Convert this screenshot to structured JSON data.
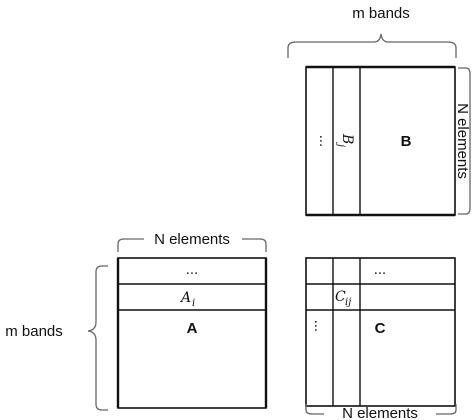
{
  "matrix_a": {
    "label": "A",
    "row_label": "A",
    "row_subscript": "i",
    "ellipsis": "..."
  },
  "matrix_b": {
    "label": "B",
    "col_label": "B",
    "col_subscript": "j",
    "ellipsis": "..."
  },
  "matrix_c": {
    "label": "C",
    "cell_label": "C",
    "cell_subscript": "ij",
    "ellipsis_top": "...",
    "ellipsis_left": "..."
  },
  "braces": {
    "b_top": "m bands",
    "b_right": "N elements",
    "a_top": "N elements",
    "a_left": "m bands",
    "c_bottom": "N elements"
  }
}
